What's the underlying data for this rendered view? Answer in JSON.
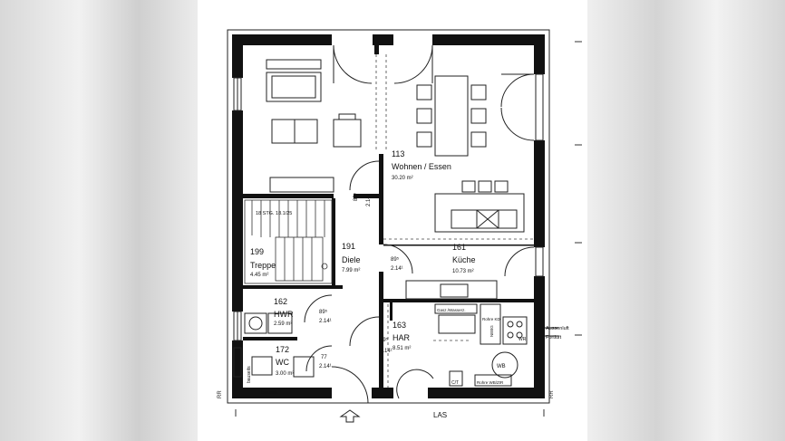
{
  "rooms": [
    {
      "number": "113",
      "name": "Wohnen / Essen",
      "area": "30.20 m²"
    },
    {
      "number": "161",
      "name": "Küche",
      "area": "10.73 m²"
    },
    {
      "number": "191",
      "name": "Diele",
      "area": "7.99 m²"
    },
    {
      "number": "199",
      "name": "Treppe",
      "area": "4.45 m²"
    },
    {
      "number": "162",
      "name": "HWR",
      "area": "2.59 m²"
    },
    {
      "number": "163",
      "name": "HAR",
      "area": "8.51 m²"
    },
    {
      "number": "172",
      "name": "WC",
      "area": "3.00 m²"
    }
  ],
  "stair_note": "18 STG. 18.1/25",
  "door_marks": {
    "wohnen_a": "89⁵",
    "wohnen_b": "2.14",
    "diele_a": "89⁵",
    "diele_b": "2.14¹",
    "hwr_a": "89⁵",
    "hwr_b": "2.14¹",
    "wc_a": "77",
    "wc_b": "2.14¹",
    "har_a": "89⁵",
    "har_b": "2.14¹"
  },
  "equipment": {
    "gas_wasser": "Gasz./Wasserz.",
    "rohre_kd": "Rohre KD",
    "rohre_wbr": "Rohre WB/ZIR",
    "nebg": "NEBG",
    "wb": "WB",
    "wr": "WR",
    "ct": "C/T",
    "aussenluft": "Aussenluft",
    "fortluft": "Fortluft",
    "bauseits_1": "bauseits",
    "bauseits_2": "bauseits"
  },
  "entrance_label": "LAS",
  "edge_marks": {
    "left": "RR",
    "right": "RR"
  }
}
